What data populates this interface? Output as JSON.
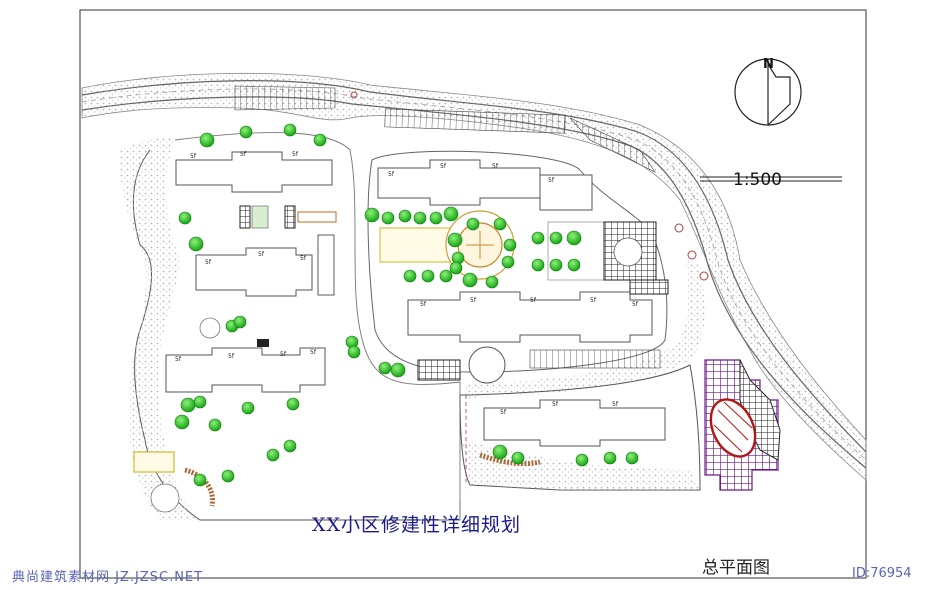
{
  "plan": {
    "title": "XX小区修建性详细规划",
    "subtitle": "总平面图",
    "scale": "1:500",
    "north_label": "N"
  },
  "building_floors": "5f",
  "watermarks": {
    "left": "典尚建筑素材网 JZ.JZSC.NET",
    "right": "ID:76954"
  },
  "colors": {
    "road_line": "#6b6b6b",
    "hatch": "#c8c8c8",
    "tree_green": "#22c01e",
    "building_outline": "#555555",
    "plaza_purple": "#6a1a8a",
    "plaza_red": "#b01818",
    "paving_dark": "#222222",
    "court_yellow": "#d8c24a"
  }
}
